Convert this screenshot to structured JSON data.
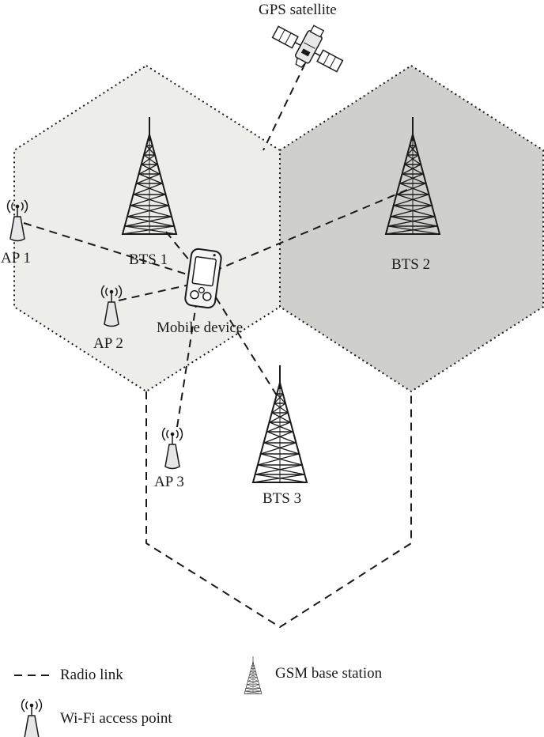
{
  "labels": {
    "gps": "GPS satellite",
    "bts1": "BTS 1",
    "bts2": "BTS 2",
    "bts3": "BTS 3",
    "ap1": "AP 1",
    "ap2": "AP 2",
    "ap3": "AP 3",
    "mobile": "Mobile device"
  },
  "legend": {
    "radio_link": "Radio link",
    "wifi_ap": "Wi-Fi access point",
    "gsm_bs": "GSM base station"
  },
  "colors": {
    "cell1_fill": "#ededea",
    "cell2_fill": "#cfcfcb",
    "ink": "#1a1a1a"
  }
}
